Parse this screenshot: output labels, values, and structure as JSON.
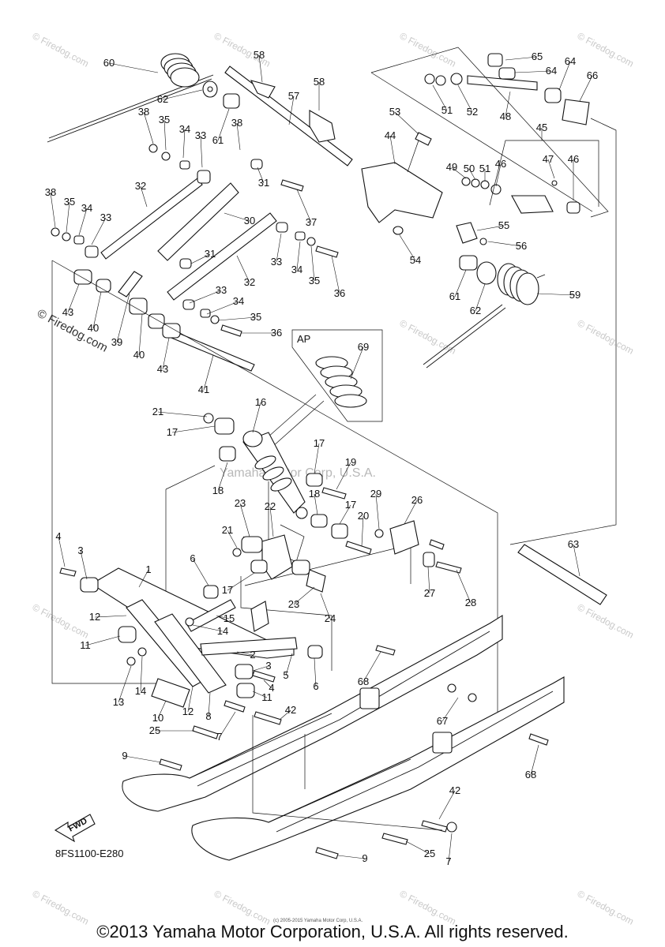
{
  "diagram": {
    "code": "8FS1100-E280",
    "fwd_label": "FWD",
    "inset_label": "AP",
    "watermark_center": "Yamaha Motor Corp, U.S.A.",
    "watermark_side": "© Firedog.com",
    "watermark_tile": "© Firedog.com",
    "tiny_text": "(c) 2005-2015 Yamaha Motor Corp, U.S.A.",
    "copyright": "©2013 Yamaha Motor Corporation, U.S.A. All rights reserved."
  },
  "callouts": [
    {
      "id": "60",
      "label": "60"
    },
    {
      "id": "58a",
      "label": "58"
    },
    {
      "id": "58b",
      "label": "58"
    },
    {
      "id": "62a",
      "label": "62"
    },
    {
      "id": "57",
      "label": "57"
    },
    {
      "id": "38a",
      "label": "38"
    },
    {
      "id": "35a",
      "label": "35"
    },
    {
      "id": "34a",
      "label": "34"
    },
    {
      "id": "33a",
      "label": "33"
    },
    {
      "id": "61a",
      "label": "61"
    },
    {
      "id": "38b",
      "label": "38"
    },
    {
      "id": "53",
      "label": "53"
    },
    {
      "id": "44",
      "label": "44"
    },
    {
      "id": "65",
      "label": "65"
    },
    {
      "id": "64a",
      "label": "64"
    },
    {
      "id": "64b",
      "label": "64"
    },
    {
      "id": "66",
      "label": "66"
    },
    {
      "id": "51a",
      "label": "51"
    },
    {
      "id": "52",
      "label": "52"
    },
    {
      "id": "48",
      "label": "48"
    },
    {
      "id": "45",
      "label": "45"
    },
    {
      "id": "47",
      "label": "47"
    },
    {
      "id": "46a",
      "label": "46"
    },
    {
      "id": "46b",
      "label": "46"
    },
    {
      "id": "49",
      "label": "49"
    },
    {
      "id": "50",
      "label": "50"
    },
    {
      "id": "51b",
      "label": "51"
    },
    {
      "id": "38c",
      "label": "38"
    },
    {
      "id": "35b",
      "label": "35"
    },
    {
      "id": "34b",
      "label": "34"
    },
    {
      "id": "33b",
      "label": "33"
    },
    {
      "id": "32a",
      "label": "32"
    },
    {
      "id": "30",
      "label": "30"
    },
    {
      "id": "31a",
      "label": "31"
    },
    {
      "id": "37",
      "label": "37"
    },
    {
      "id": "55",
      "label": "55"
    },
    {
      "id": "56",
      "label": "56"
    },
    {
      "id": "54",
      "label": "54"
    },
    {
      "id": "33c",
      "label": "33"
    },
    {
      "id": "34c",
      "label": "34"
    },
    {
      "id": "35c",
      "label": "35"
    },
    {
      "id": "36a",
      "label": "36"
    },
    {
      "id": "32b",
      "label": "32"
    },
    {
      "id": "31b",
      "label": "31"
    },
    {
      "id": "61b",
      "label": "61"
    },
    {
      "id": "62b",
      "label": "62"
    },
    {
      "id": "59",
      "label": "59"
    },
    {
      "id": "33d",
      "label": "33"
    },
    {
      "id": "34d",
      "label": "34"
    },
    {
      "id": "35d",
      "label": "35"
    },
    {
      "id": "36b",
      "label": "36"
    },
    {
      "id": "43a",
      "label": "43"
    },
    {
      "id": "40a",
      "label": "40"
    },
    {
      "id": "39",
      "label": "39"
    },
    {
      "id": "40b",
      "label": "40"
    },
    {
      "id": "43b",
      "label": "43"
    },
    {
      "id": "41",
      "label": "41"
    },
    {
      "id": "69",
      "label": "69"
    },
    {
      "id": "21a",
      "label": "21"
    },
    {
      "id": "16",
      "label": "16"
    },
    {
      "id": "17a",
      "label": "17"
    },
    {
      "id": "17b",
      "label": "17"
    },
    {
      "id": "19",
      "label": "19"
    },
    {
      "id": "18a",
      "label": "18"
    },
    {
      "id": "18b",
      "label": "18"
    },
    {
      "id": "17c",
      "label": "17"
    },
    {
      "id": "23a",
      "label": "23"
    },
    {
      "id": "22",
      "label": "22"
    },
    {
      "id": "29",
      "label": "29"
    },
    {
      "id": "26",
      "label": "26"
    },
    {
      "id": "20",
      "label": "20"
    },
    {
      "id": "21b",
      "label": "21"
    },
    {
      "id": "4a",
      "label": "4"
    },
    {
      "id": "3a",
      "label": "3"
    },
    {
      "id": "1",
      "label": "1"
    },
    {
      "id": "6a",
      "label": "6"
    },
    {
      "id": "17d",
      "label": "17"
    },
    {
      "id": "23b",
      "label": "23"
    },
    {
      "id": "24",
      "label": "24"
    },
    {
      "id": "27",
      "label": "27"
    },
    {
      "id": "28",
      "label": "28"
    },
    {
      "id": "63",
      "label": "63"
    },
    {
      "id": "12a",
      "label": "12"
    },
    {
      "id": "15",
      "label": "15"
    },
    {
      "id": "14a",
      "label": "14"
    },
    {
      "id": "11a",
      "label": "11"
    },
    {
      "id": "2",
      "label": "2"
    },
    {
      "id": "3b",
      "label": "3"
    },
    {
      "id": "5",
      "label": "5"
    },
    {
      "id": "6b",
      "label": "6"
    },
    {
      "id": "13",
      "label": "13"
    },
    {
      "id": "14b",
      "label": "14"
    },
    {
      "id": "4b",
      "label": "4"
    },
    {
      "id": "11b",
      "label": "11"
    },
    {
      "id": "68a",
      "label": "68"
    },
    {
      "id": "10",
      "label": "10"
    },
    {
      "id": "12b",
      "label": "12"
    },
    {
      "id": "8",
      "label": "8"
    },
    {
      "id": "42a",
      "label": "42"
    },
    {
      "id": "25a",
      "label": "25"
    },
    {
      "id": "7a",
      "label": "7"
    },
    {
      "id": "67",
      "label": "67"
    },
    {
      "id": "9a",
      "label": "9"
    },
    {
      "id": "68b",
      "label": "68"
    },
    {
      "id": "42b",
      "label": "42"
    },
    {
      "id": "25b",
      "label": "25"
    },
    {
      "id": "7b",
      "label": "7"
    },
    {
      "id": "9b",
      "label": "9"
    }
  ]
}
